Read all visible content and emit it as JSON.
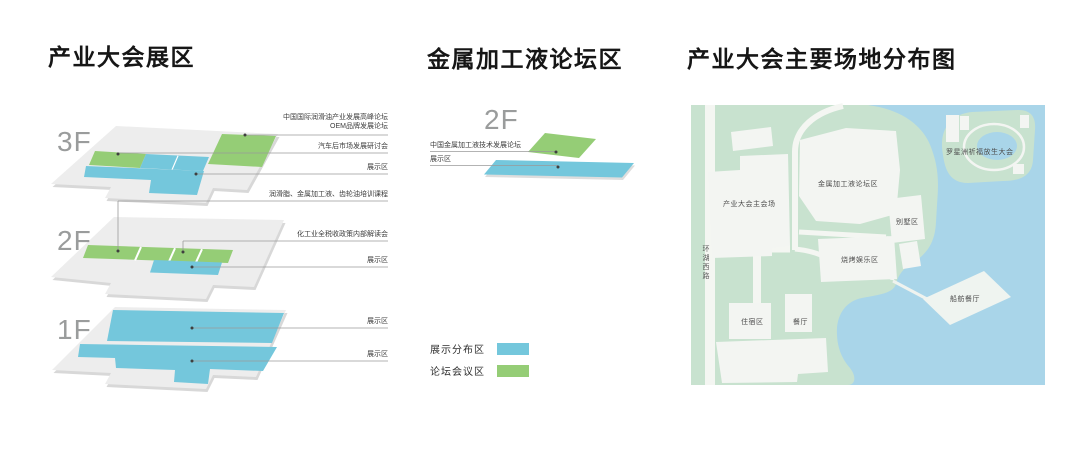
{
  "exhibition": {
    "title": "产业大会展区",
    "floors": {
      "f3": "3F",
      "f2": "2F",
      "f1": "1F"
    },
    "callouts": {
      "c1a": "中国国际润滑油产业发展高峰论坛",
      "c1b": "OEM品牌发展论坛",
      "c2": "汽车后市场发展研讨会",
      "c3": "展示区",
      "c4": "润滑脂、金属加工液、齿轮油培训课程",
      "c5": "化工业全税收政策内部解读会",
      "c6": "展示区",
      "c7": "展示区",
      "c8": "展示区"
    }
  },
  "forum": {
    "title": "金属加工液论坛区",
    "floor_label": "2F",
    "callouts": {
      "c1": "中国金属加工液技术发展论坛",
      "c2": "展示区"
    }
  },
  "legend": {
    "items": [
      {
        "label": "展示分布区",
        "color": "#74C7DC"
      },
      {
        "label": "论坛会议区",
        "color": "#95CD76"
      }
    ]
  },
  "map": {
    "title": "产业大会主要场地分布图",
    "labels": {
      "main_venue": "产业大会主会场",
      "forum_area": "金属加工液论坛区",
      "villa": "别墅区",
      "bbq": "烧烤娱乐区",
      "lodging": "住宿区",
      "restaurant": "餐厅",
      "boat_restaurant": "船舫餐厅",
      "island_event": "罗星洲祈福放生大会",
      "road": "环湖西路"
    },
    "colors": {
      "water": "#A9D5E9",
      "land": "#C8E2CF",
      "building": "#F3F5F2"
    }
  }
}
